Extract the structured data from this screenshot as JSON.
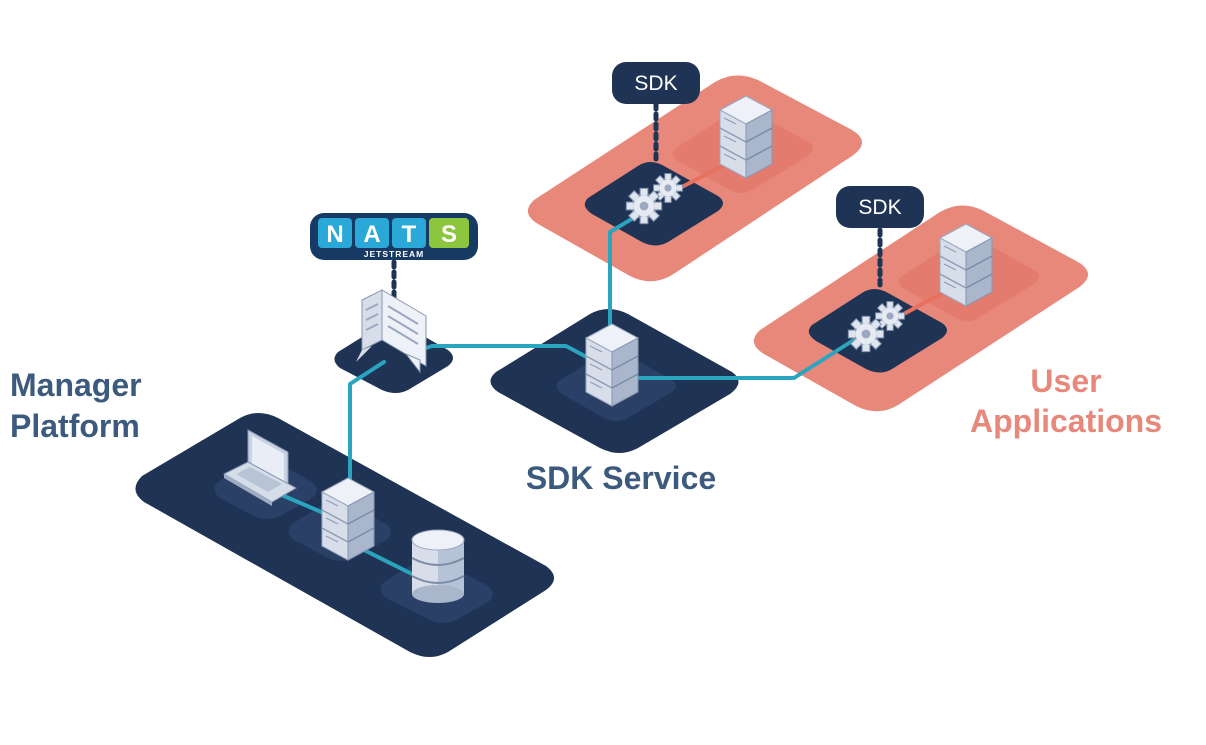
{
  "labels": {
    "manager_line1": "Manager",
    "manager_line2": "Platform",
    "sdk_service": "SDK Service",
    "user_line1": "User",
    "user_line2": "Applications"
  },
  "sdk_tags": [
    "SDK",
    "SDK"
  ],
  "nats": {
    "letters": [
      "N",
      "A",
      "T",
      "S"
    ],
    "subtitle": "JETSTREAM"
  },
  "colors": {
    "platform": "#1f3354",
    "platform_inner": "#2a4066",
    "user_app_platform": "#e8887a",
    "connector": "#2aa4bf",
    "connector_red": "#e8705e",
    "label_blue": "#3c5a7e",
    "label_salmon": "#e8887a",
    "nats_blue": "#2aa8d8",
    "nats_green": "#8cc63f",
    "nats_bg": "#173a64"
  },
  "icons": [
    "laptop-icon",
    "server-icon",
    "database-icon",
    "message-queue-icon",
    "gears-icon"
  ]
}
